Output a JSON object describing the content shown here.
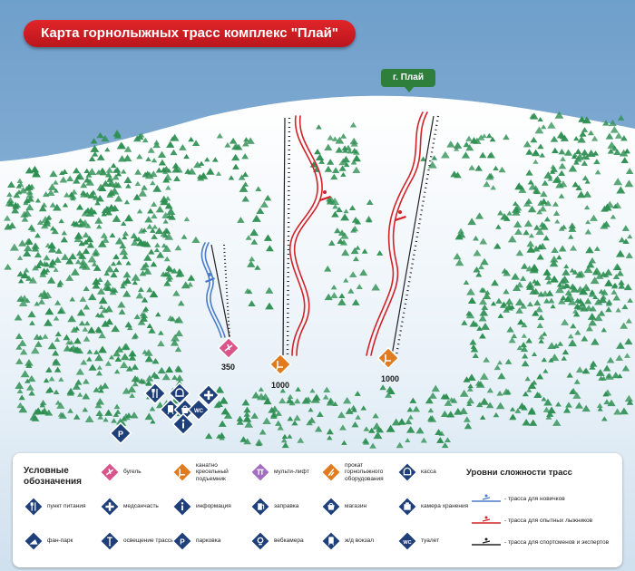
{
  "title": "Карта горнолыжных трасс комплекс \"Плай\"",
  "peak_label": "г. Плай",
  "run_lengths": [
    "350",
    "1000",
    "1000"
  ],
  "colors": {
    "banner": "#d41f25",
    "beginner_run": "#4a7cc7",
    "advanced_run": "#d2232a",
    "lift_line": "#222222",
    "sign_orange": "#e07b1f",
    "sign_pink": "#d9548a",
    "sign_navy": "#1f3f7a",
    "tree": "#2e8f52"
  },
  "legend": {
    "title": "Условные обозначения",
    "items": [
      {
        "label": "бугель",
        "icon": "drag-lift-icon",
        "color": "pink"
      },
      {
        "label": "канатно кресельный подъемник",
        "icon": "chairlift-icon",
        "color": "orange"
      },
      {
        "label": "мульти-лифт",
        "icon": "multilift-icon",
        "color": "purple"
      },
      {
        "label": "прокат горнолыжного оборудования",
        "icon": "ski-rental-icon",
        "color": "orange"
      },
      {
        "label": "касса",
        "icon": "ticket-office-icon",
        "color": "navy"
      },
      {
        "label": "пункт питания",
        "icon": "food-point-icon",
        "color": "navy"
      },
      {
        "label": "медсанчасть",
        "icon": "medical-icon",
        "color": "navy"
      },
      {
        "label": "информация",
        "icon": "info-icon",
        "color": "navy"
      },
      {
        "label": "заправка",
        "icon": "fuel-icon",
        "color": "navy"
      },
      {
        "label": "магазин",
        "icon": "shop-icon",
        "color": "navy"
      },
      {
        "label": "камера хранения",
        "icon": "storage-icon",
        "color": "navy"
      },
      {
        "label": "фан-парк",
        "icon": "fun-park-icon",
        "color": "navy"
      },
      {
        "label": "освещение трассы",
        "icon": "lighting-icon",
        "color": "navy"
      },
      {
        "label": "парковка",
        "icon": "parking-icon",
        "color": "navy"
      },
      {
        "label": "вебкамера",
        "icon": "webcam-icon",
        "color": "navy"
      },
      {
        "label": "ж/д вокзал",
        "icon": "railway-icon",
        "color": "navy"
      },
      {
        "label": "туалет",
        "icon": "toilet-icon",
        "color": "navy"
      }
    ]
  },
  "difficulty": {
    "title": "Уровни сложности трасс",
    "levels": [
      {
        "label": "- трасса для новичков",
        "color": "#4a7cc7"
      },
      {
        "label": "- трасса для опытных лыжников",
        "color": "#d2232a"
      },
      {
        "label": "- трасса для спортсменов и экспертов",
        "color": "#222222"
      }
    ]
  }
}
